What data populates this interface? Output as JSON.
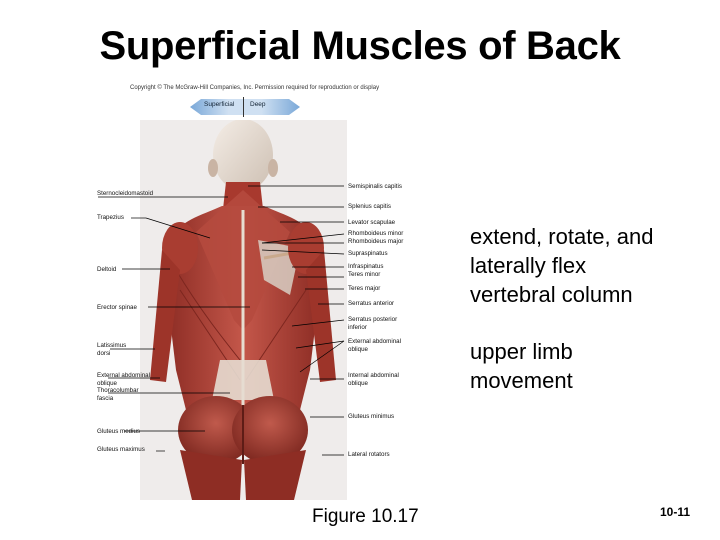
{
  "title": "Superficial Muscles of Back",
  "copyright": "Copyright © The McGraw-Hill Companies, Inc. Permission required for reproduction or display",
  "toggle": {
    "left": "Superficial",
    "right": "Deep"
  },
  "labels_left": {
    "sternocleidomastoid": "Sternocleidomastoid",
    "trapezius": "Trapezius",
    "deltoid": "Deltoid",
    "erector_spinae": "Erector spinae",
    "latissimus_1": "Latissimus",
    "latissimus_2": "dorsi",
    "ext_oblique_1": "External abdominal",
    "ext_oblique_2": "oblique",
    "thoracolumbar_1": "Thoracolumbar",
    "thoracolumbar_2": "fascia",
    "gluteus_medius": "Gluteus medius",
    "gluteus_maximus": "Gluteus maximus"
  },
  "labels_right": {
    "semispinalis": "Semispinalis capitis",
    "splenius": "Splenius capitis",
    "levator": "Levator scapulae",
    "rhomboideus_minor": "Rhomboideus minor",
    "rhomboideus_major": "Rhomboideus major",
    "supraspinatus": "Supraspinatus",
    "infraspinatus": "Infraspinatus",
    "teres_minor": "Teres minor",
    "teres_major": "Teres major",
    "serratus_anterior": "Serratus anterior",
    "serratus_post_1": "Serratus posterior",
    "serratus_post_2": "inferior",
    "ext_oblique_1": "External abdominal",
    "ext_oblique_2": "oblique",
    "int_oblique_1": "Internal abdominal",
    "int_oblique_2": "oblique",
    "gluteus_minimus": "Gluteus minimus",
    "lateral_rotators": "Lateral rotators"
  },
  "points": [
    {
      "line_1": "extend, rotate, and",
      "line_2": "laterally flex",
      "line_3": "vertebral column"
    },
    {
      "line_1": "upper limb",
      "line_2": "movement"
    }
  ],
  "caption": "Figure 10.17",
  "page_number": "10-11"
}
